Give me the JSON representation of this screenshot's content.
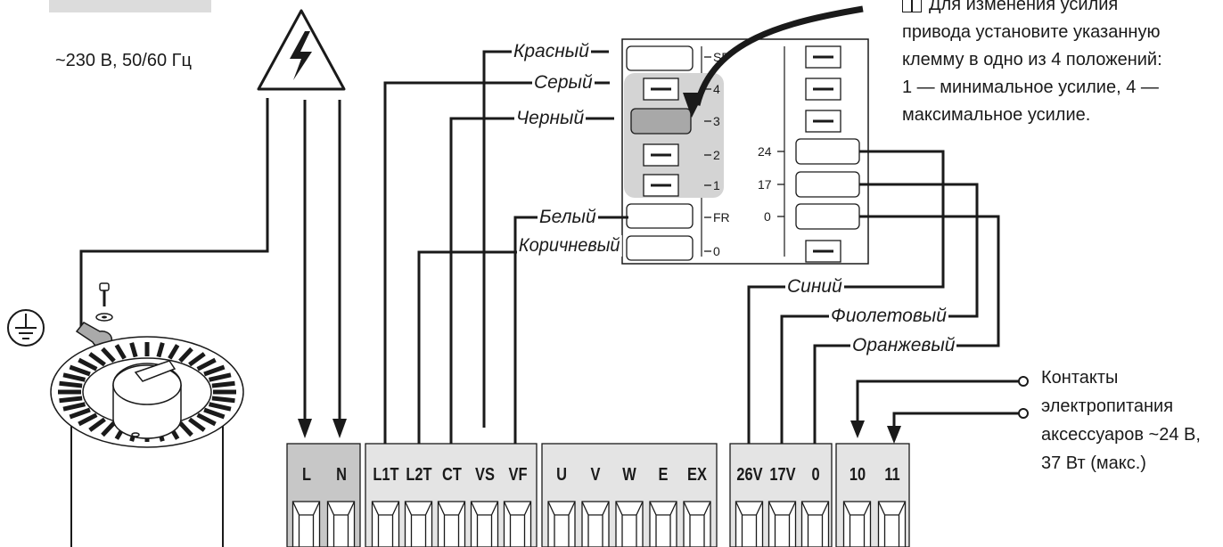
{
  "power": {
    "supply_label": "~230 В, 50/60 Гц",
    "colors": {
      "wire": "#1a1a1a",
      "grey_block": "#c7c7c7",
      "panel": "#e4e4e4",
      "highlight": "#d4d4d4"
    }
  },
  "note": {
    "lines": [
      "Для изменения усилия",
      "привода установите указанную",
      "клемму в одно из 4 положений:",
      "1 — минимальное усилие, 4 —",
      "максимальное усилие."
    ],
    "icon": "book-icon"
  },
  "transformer": {
    "left_ticks": [
      "SP",
      "4",
      "3",
      "2",
      "1",
      "FR",
      "0"
    ],
    "right_ticks": [
      "24",
      "17",
      "0"
    ]
  },
  "wires": {
    "red": "Красный",
    "grey": "Серый",
    "black": "Черный",
    "white": "Белый",
    "brown": "Коричневый",
    "blue": "Синий",
    "violet": "Фиолетовый",
    "orange": "Оранжевый"
  },
  "terminals": {
    "power": [
      "L",
      "N"
    ],
    "motor": [
      "L1T",
      "L2T",
      "CT",
      "VS",
      "VF"
    ],
    "outputs": [
      "U",
      "V",
      "W",
      "E",
      "EX"
    ],
    "supply": [
      "26V",
      "17V",
      "0"
    ],
    "accessories": [
      "10",
      "11"
    ]
  },
  "accessories_note": {
    "lines": [
      "Контакты",
      "электропитания",
      "аксессуаров ~24 В,",
      "37 Вт (макс.)"
    ]
  },
  "icons": [
    "high-voltage-icon",
    "ground-icon",
    "book-icon"
  ]
}
